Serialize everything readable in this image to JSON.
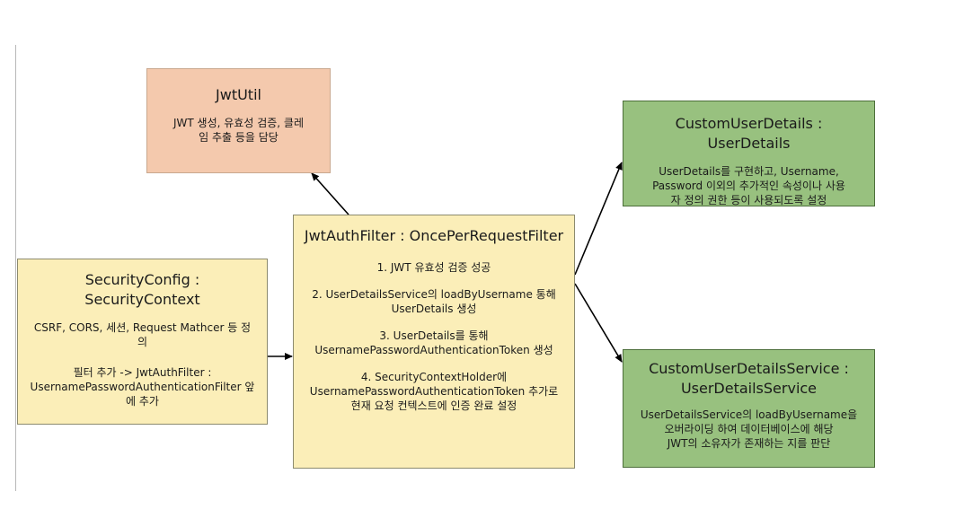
{
  "boxes": {
    "jwtutil": {
      "title": "JwtUtil",
      "desc": "JWT 생성, 유효성 검증, 클레\n임 추출 등을 담당"
    },
    "securityconfig": {
      "title": "SecurityConfig : SecurityContext",
      "desc1": "CSRF, CORS, 세션, Request Mathcer 등 정\n의",
      "desc2": "필터 추가 -> JwtAuthFilter :\nUsernamePasswordAuthenticationFilter 앞\n에 추가"
    },
    "jwtauthfilter": {
      "title": "JwtAuthFilter : OncePerRequestFilter",
      "steps": [
        "1. JWT 유효성 검증 성공",
        "2. UserDetailsService의 loadByUsername 통해\nUserDetails 생성",
        "3. UserDetails를 통해\nUsernamePasswordAuthenticationToken 생성",
        "4. SecurityContextHolder에\nUsernamePasswordAuthenticationToken 추가로\n현재 요청 컨텍스트에 인증 완료 설정"
      ]
    },
    "customuserdetails": {
      "title": "CustomUserDetails : UserDetails",
      "desc": "UserDetails를 구현하고, Username,\nPassword 이외의 추가적인 속성이나 사용\n자 정의 권한 등이 사용되도록 설정"
    },
    "customuserdetailsservice": {
      "title": "CustomUserDetailsService :\nUserDetailsService",
      "desc": "UserDetailsService의 loadByUsername을\n오버라이딩 하여 데이터베이스에 해당\nJWT의 소유자가 존재하는 지를 판단"
    }
  },
  "colors": {
    "jwtutil_fill": "#f4c9ad",
    "filter_fill": "#fbeeb8",
    "user_fill": "#98c17f",
    "arrow": "#000000"
  }
}
